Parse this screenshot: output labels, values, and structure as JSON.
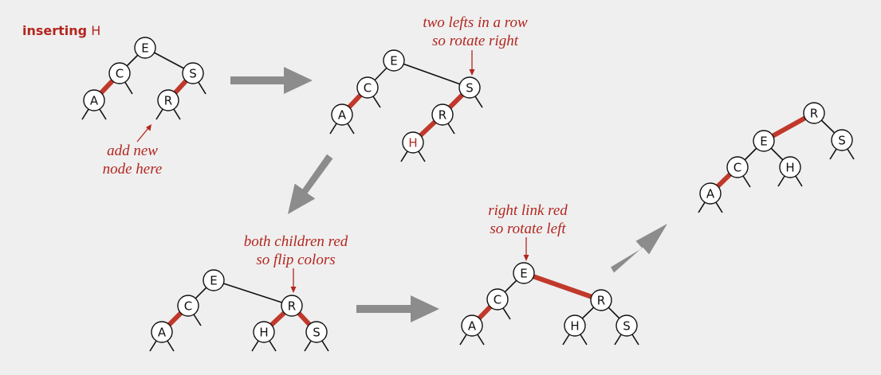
{
  "title": {
    "prefix": "inserting",
    "key": "H"
  },
  "annotations": {
    "add_new_1": "add new",
    "add_new_2": "node here",
    "two_lefts_1": "two lefts in a row",
    "two_lefts_2": "so rotate right",
    "both_children_1": "both children red",
    "both_children_2": "so flip colors",
    "right_link_1": "right link red",
    "right_link_2": "so rotate left"
  },
  "colors": {
    "red_link": "#c0392b",
    "annotation": "#b3261e",
    "arrow": "#8c8c8c",
    "background": "#efefef"
  },
  "trees": [
    {
      "step": "before insert",
      "nodes": [
        {
          "key": "E",
          "left": "C",
          "right": "S",
          "left_link": "black",
          "right_link": "black"
        },
        {
          "key": "C",
          "left": "A",
          "left_link": "red"
        },
        {
          "key": "S",
          "left": "R",
          "left_link": "red"
        },
        {
          "key": "A"
        },
        {
          "key": "R"
        }
      ]
    },
    {
      "step": "after insert H",
      "nodes": [
        {
          "key": "E",
          "left": "C",
          "right": "S",
          "left_link": "black",
          "right_link": "black"
        },
        {
          "key": "C",
          "left": "A",
          "left_link": "red"
        },
        {
          "key": "S",
          "left": "R",
          "left_link": "red"
        },
        {
          "key": "R",
          "left": "H",
          "left_link": "red"
        },
        {
          "key": "A"
        },
        {
          "key": "H",
          "new": true
        }
      ]
    },
    {
      "step": "after rotate right",
      "nodes": [
        {
          "key": "E",
          "left": "C",
          "right": "R",
          "left_link": "black",
          "right_link": "black"
        },
        {
          "key": "C",
          "left": "A",
          "left_link": "red"
        },
        {
          "key": "R",
          "left": "H",
          "right": "S",
          "left_link": "red",
          "right_link": "red"
        },
        {
          "key": "A"
        },
        {
          "key": "H"
        },
        {
          "key": "S"
        }
      ]
    },
    {
      "step": "after flip colors",
      "nodes": [
        {
          "key": "E",
          "left": "C",
          "right": "R",
          "left_link": "black",
          "right_link": "red"
        },
        {
          "key": "C",
          "left": "A",
          "left_link": "red"
        },
        {
          "key": "R",
          "left": "H",
          "right": "S",
          "left_link": "black",
          "right_link": "black"
        },
        {
          "key": "A"
        },
        {
          "key": "H"
        },
        {
          "key": "S"
        }
      ]
    },
    {
      "step": "after rotate left",
      "nodes": [
        {
          "key": "R",
          "left": "E",
          "right": "S",
          "left_link": "red",
          "right_link": "black"
        },
        {
          "key": "E",
          "left": "C",
          "right": "H",
          "left_link": "black",
          "right_link": "black"
        },
        {
          "key": "C",
          "left": "A",
          "left_link": "red"
        },
        {
          "key": "A"
        },
        {
          "key": "H"
        },
        {
          "key": "S"
        }
      ]
    }
  ]
}
